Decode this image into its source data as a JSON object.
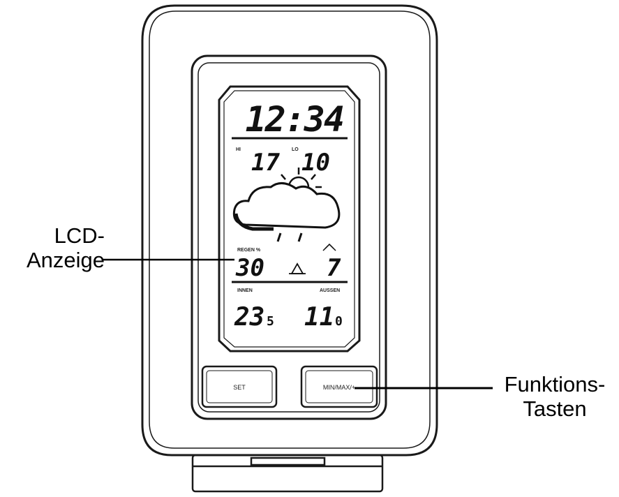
{
  "callouts": {
    "lcd": [
      "LCD-",
      "Anzeige"
    ],
    "function_keys": [
      "Funktions-",
      "Tasten"
    ]
  },
  "display": {
    "time": "12:34",
    "left_temp": "17",
    "right_temp": "10",
    "hi_label": "HI",
    "lo_label": "LO",
    "left_label": "REGEN %",
    "left_value": "30",
    "right_value": "7",
    "bottom_left_label": "INNEN",
    "bottom_left_value": "23",
    "bottom_left_decimal": "5",
    "bottom_right_label": "AUSSEN",
    "bottom_right_value": "11",
    "bottom_right_decimal": "0"
  },
  "buttons": {
    "set": "SET",
    "minmax": "MIN/MAX/+"
  },
  "colors": {
    "ink": "#111111",
    "line": "#1a1a1a",
    "paper": "#ffffff"
  }
}
